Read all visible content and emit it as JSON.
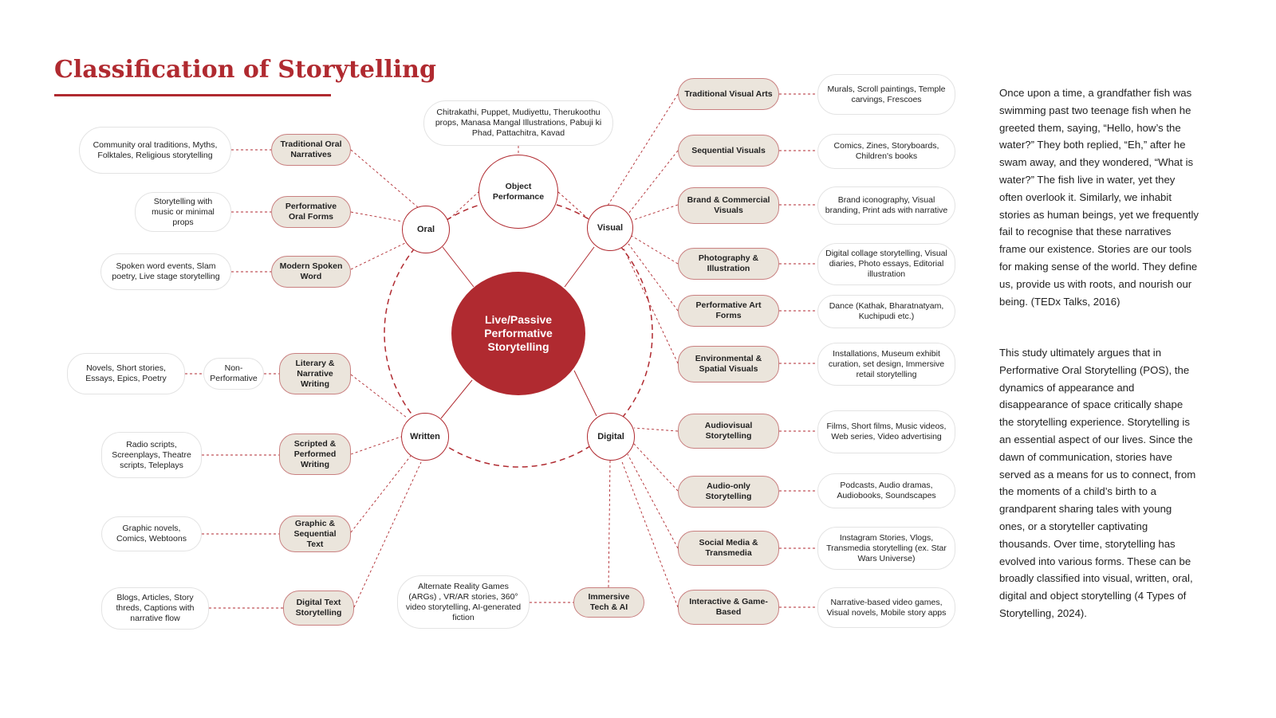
{
  "title": "Classification of Storytelling",
  "center": "Live/Passive Performative Storytelling",
  "hubs": {
    "oral": "Oral",
    "visual": "Visual",
    "written": "Written",
    "digital": "Digital",
    "object": "Object Performance"
  },
  "object_examples": "Chitrakathi, Puppet, Mudiyettu, Therukoothu props, Manasa Mangal Illustrations, Pabuji ki Phad, Pattachitra, Kavad",
  "oral": {
    "traditional": {
      "label": "Traditional Oral Narratives",
      "examples": "Community oral traditions, Myths, Folktales, Religious storytelling"
    },
    "performative": {
      "label": "Performative Oral Forms",
      "examples": "Storytelling with music or minimal props"
    },
    "modern": {
      "label": "Modern Spoken Word",
      "examples": "Spoken word events, Slam poetry, Live stage storytelling"
    }
  },
  "written": {
    "literary": {
      "label": "Literary & Narrative Writing",
      "mid": "Non-Performative",
      "examples": "Novels, Short stories, Essays, Epics, Poetry"
    },
    "scripted": {
      "label": "Scripted & Performed Writing",
      "examples": "Radio scripts, Screenplays, Theatre scripts, Teleplays"
    },
    "graphic": {
      "label": "Graphic & Sequential Text",
      "examples": "Graphic novels, Comics, Webtoons"
    },
    "digital_text": {
      "label": "Digital Text Storytelling",
      "examples": "Blogs, Articles, Story threds, Captions with narrative flow"
    }
  },
  "visual": {
    "traditional": {
      "label": "Traditional Visual Arts",
      "examples": "Murals, Scroll paintings, Temple carvings, Frescoes"
    },
    "sequential": {
      "label": "Sequential Visuals",
      "examples": "Comics, Zines, Storyboards, Children's books"
    },
    "brand": {
      "label": "Brand & Commercial Visuals",
      "examples": "Brand iconography, Visual branding, Print ads with narrative"
    },
    "photo": {
      "label": "Photography & Illustration",
      "examples": "Digital collage storytelling, Visual diaries, Photo essays, Editorial illustration"
    },
    "performative": {
      "label": "Performative Art Forms",
      "examples": "Dance (Kathak, Bharatnatyam, Kuchipudi etc.)"
    },
    "environmental": {
      "label": "Environmental & Spatial Visuals",
      "examples": "Installations, Museum exhibit curation, set design, Immersive retail storytelling"
    }
  },
  "digital": {
    "audiovisual": {
      "label": "Audiovisual Storytelling",
      "examples": "Films, Short films, Music videos, Web series, Video advertising"
    },
    "audio": {
      "label": "Audio-only Storytelling",
      "examples": "Podcasts, Audio dramas, Audiobooks, Soundscapes"
    },
    "social": {
      "label": "Social Media & Transmedia",
      "examples": "Instagram Stories, Vlogs, Transmedia storytelling (ex. Star Wars Universe)"
    },
    "interactive": {
      "label": "Interactive & Game-Based",
      "examples": "Narrative-based video games, Visual novels, Mobile story apps"
    },
    "immersive": {
      "label": "Immersive Tech & AI",
      "examples": "Alternate Reality Games (ARGs) , VR/AR stories, 360° video storytelling, AI-generated fiction"
    }
  },
  "paragraphs": {
    "p1": "Once upon a time, a grandfather fish was swimming past two teenage fish when he greeted them, saying, “Hello, how’s the water?” They both replied, “Eh,” after he swam away, and they wondered, “What is water?” The fish live in water, yet they often overlook it. Similarly, we inhabit stories as human beings, yet we frequently fail to recognise that these narratives frame our existence. Stories are our tools for making sense of the world. They define us, provide us with roots, and nourish our being. (TEDx Talks, 2016)",
    "p2": "This study ultimately argues that in Performative Oral Storytelling (POS), the dynamics of appearance and disappearance of space critically shape the storytelling experience. Storytelling is an essential aspect of our lives. Since the dawn of communication, stories have served as a means for us to connect, from the moments of a child’s birth to a grandparent sharing tales with young ones, or a storyteller captivating thousands. Over time, storytelling has evolved into various forms. These can be broadly classified into visual, written, oral, digital and object storytelling (4 Types of Storytelling, 2024)."
  },
  "colors": {
    "accent": "#b02a30",
    "category_fill": "#ebe5dc",
    "leaf_border": "#e3e3e3"
  }
}
